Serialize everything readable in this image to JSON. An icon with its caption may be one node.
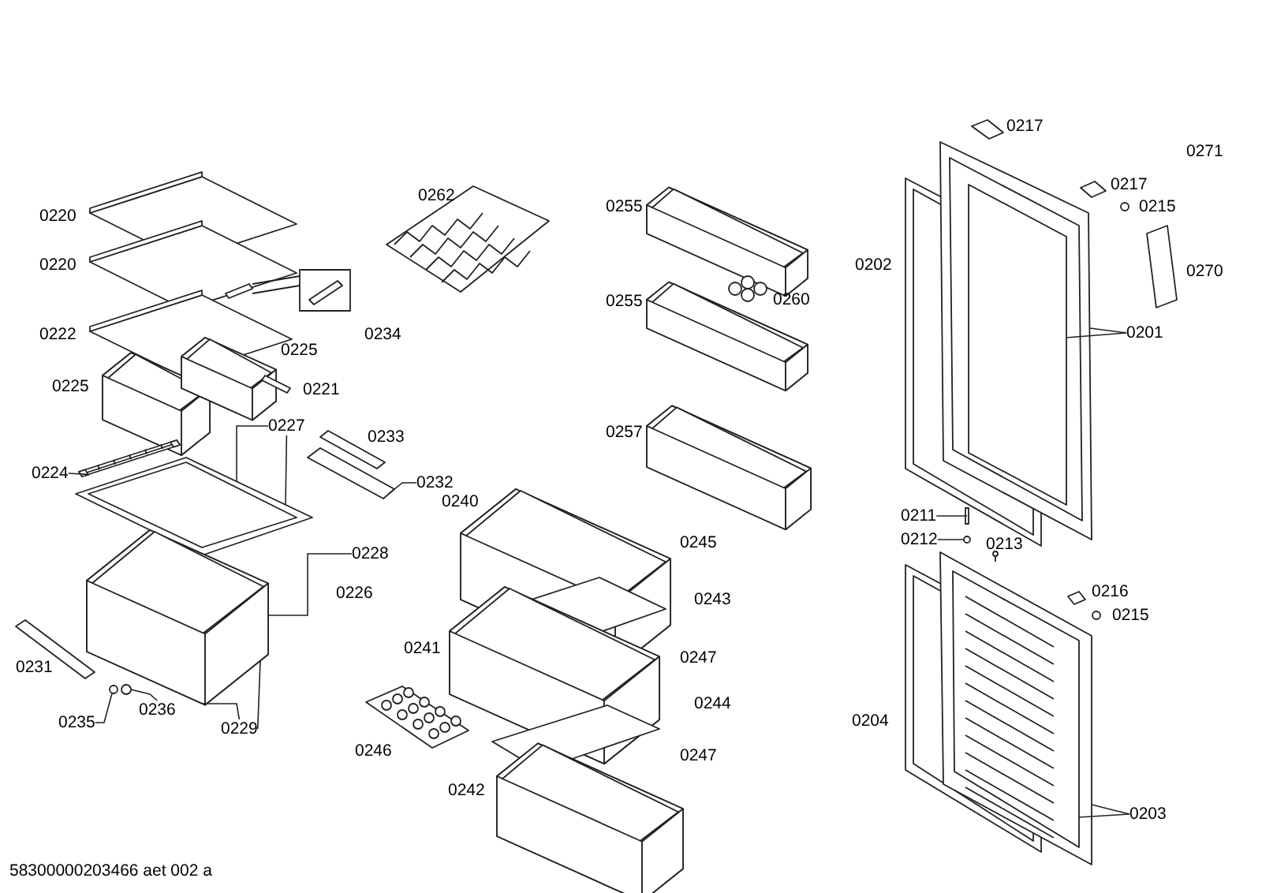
{
  "diagram": {
    "caption": "58300000203466 aet 002 a",
    "nodes": [
      {
        "text": [
          "0227"
        ]
      },
      {
        "text": [
          "0224"
        ]
      },
      {
        "text": [
          "0232"
        ]
      },
      {
        "text": [
          "0228"
        ]
      },
      {
        "text": [
          "0229"
        ]
      },
      {
        "text": [
          "0235"
        ]
      },
      {
        "text": [
          "0236"
        ]
      },
      {
        "text": [
          "0201"
        ]
      },
      {
        "text": [
          "0211"
        ]
      },
      {
        "text": [
          "0212"
        ]
      },
      {
        "text": [
          "0203"
        ]
      },
      {
        "text": [],
        "shape": "picture"
      },
      {
        "text": [],
        "shape": "picture"
      },
      {
        "text": [],
        "shape": "picture"
      },
      {
        "text": [],
        "shape": "picture"
      },
      {
        "text": [],
        "shape": "circle"
      },
      {
        "text": [],
        "shape": "circle"
      },
      {
        "text": [],
        "shape": "picture"
      },
      {
        "text": [],
        "shape": "bar"
      },
      {
        "text": [],
        "shape": "circle"
      },
      {
        "text": [],
        "shape": "picture"
      }
    ],
    "edges": [
      {
        "from": 0,
        "to": 11,
        "arrow": "none"
      },
      {
        "from": 0,
        "to": 11,
        "arrow": "none"
      },
      {
        "from": 1,
        "to": 12,
        "arrow": "none"
      },
      {
        "from": 2,
        "to": 13,
        "arrow": "none"
      },
      {
        "from": 3,
        "to": 14,
        "arrow": "none"
      },
      {
        "from": 4,
        "to": 14,
        "arrow": "none"
      },
      {
        "from": 4,
        "to": 14,
        "arrow": "none"
      },
      {
        "from": 5,
        "to": 15,
        "arrow": "none"
      },
      {
        "from": 6,
        "to": 16,
        "arrow": "none"
      },
      {
        "from": 7,
        "to": 17,
        "arrow": "none"
      },
      {
        "from": 7,
        "to": 17,
        "arrow": "none"
      },
      {
        "from": 8,
        "to": 18,
        "arrow": "none"
      },
      {
        "from": 9,
        "to": 19,
        "arrow": "none"
      },
      {
        "from": 10,
        "to": 20,
        "arrow": "none"
      },
      {
        "from": 10,
        "to": 20,
        "arrow": "none"
      }
    ],
    "labels": [
      "0217",
      "0271",
      "0262",
      "0220",
      "0217",
      "0215",
      "0255",
      "0220",
      "0202",
      "0270",
      "0255",
      "0260",
      "0234",
      "0222",
      "0225",
      "0225",
      "0221",
      "0257",
      "0233",
      "0240",
      "0245",
      "0213",
      "0226",
      "0216",
      "0215",
      "0243",
      "0241",
      "0247",
      "0231",
      "0244",
      "0204",
      "0246",
      "0247",
      "0242"
    ]
  }
}
